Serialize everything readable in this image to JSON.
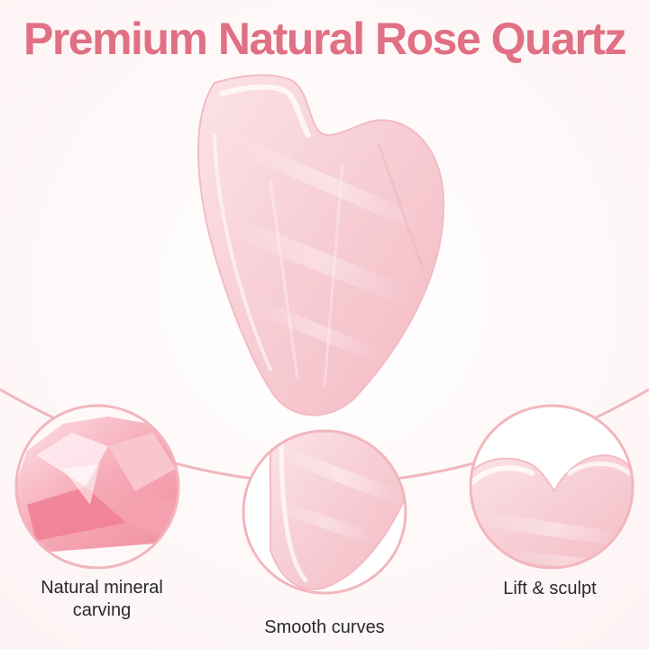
{
  "title": "Premium Natural Rose Quartz",
  "colors": {
    "title": "#e07083",
    "ring": "#f2b6bd",
    "quartz_light": "#fadbe0",
    "quartz_mid": "#f5c0c8",
    "quartz_deep": "#ef9cab"
  },
  "features": [
    {
      "icon": "raw-rose-quartz-image",
      "label": "Natural mineral carving"
    },
    {
      "icon": "smooth-curve-closeup-image",
      "label": "Smooth curves"
    },
    {
      "icon": "heart-edge-closeup-image",
      "label": "Lift & sculpt"
    }
  ]
}
